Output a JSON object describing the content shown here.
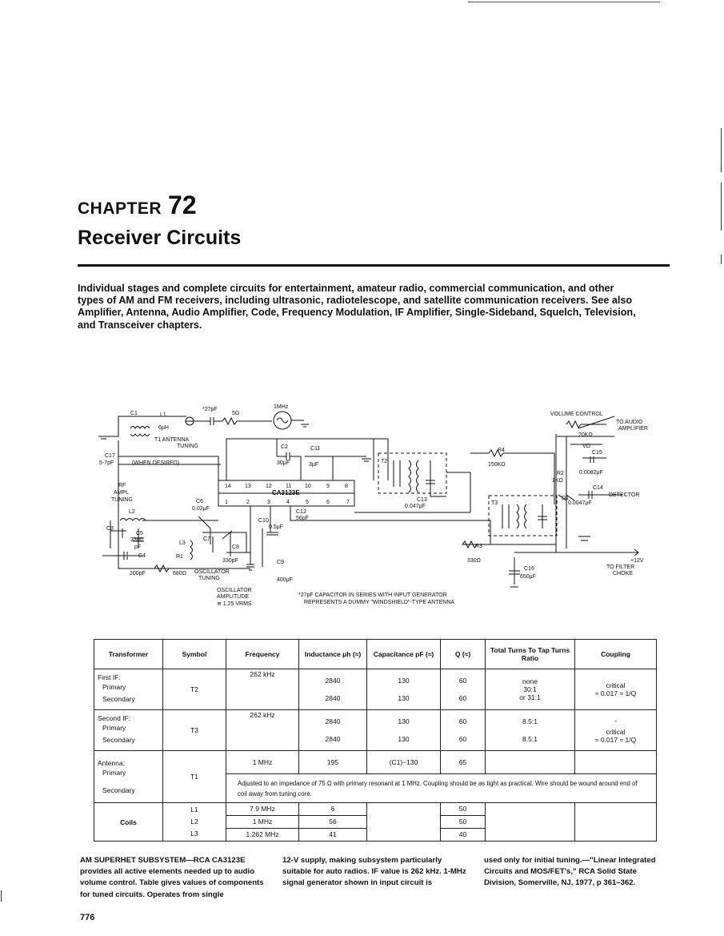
{
  "header": {
    "chapter_word": "CHAPTER",
    "chapter_number": "72",
    "title": "Receiver Circuits"
  },
  "intro": "Individual stages and complete circuits for entertainment, amateur radio, commercial communication, and other types of AM and FM receivers, including ultrasonic, radiotelescope, and satellite communication receivers. See also Amplifier, Antenna, Audio Amplifier, Code, Frequency Modulation, IF Amplifier, Single-Sideband, Squelch, Television, and Transceiver chapters.",
  "schematic": {
    "ic_name": "CA3123E",
    "pins_top": [
      "14",
      "13",
      "12",
      "11",
      "10",
      "9",
      "8"
    ],
    "pins_bottom": [
      "1",
      "2",
      "3",
      "4",
      "5",
      "6",
      "7"
    ],
    "labels": {
      "c1": "C1",
      "l1": "L1",
      "l1_val": "6μH",
      "cap27": "*27pF",
      "r5": "5Ω",
      "gen": "1MHz",
      "t1": "T1 ANTENNA",
      "t1b": "TUNING",
      "c17": "C17",
      "c17_val": "5-7pF",
      "when": "(WHEN DESIRED)",
      "rf1": "RF",
      "rf2": "AMPL",
      "rf3": "TUNING",
      "l2": "L2",
      "c2": "C2",
      "c2_val": "30μF",
      "c11": "C11",
      "c11_val": "3μF",
      "c6": "C6",
      "c6_val": "0.02μF",
      "c3": "C3",
      "c5": "C5",
      "c5_val": "3300",
      "c5_unit": "pF",
      "c4": "C4",
      "c4_val": "200pF",
      "r1": "R1",
      "r1_val": "680Ω",
      "l3": "L3",
      "c7": "C7",
      "c8": "C8",
      "c10": "C10",
      "c10_val": "0.5μF",
      "c12": "C12",
      "c12_val": "56pF",
      "r330p": "330pF",
      "osc_t1": "OSCILLATOR",
      "osc_t2": "TUNING",
      "c9": "C9",
      "c9_val": "400μF",
      "osc_a1": "OSCILLATOR",
      "osc_a2": "AMPLITUDE",
      "osc_a3": "≅ 1.25 VRMS",
      "t2": "T2",
      "c13": "C13",
      "c13_val": "0.047μF",
      "t3": "T3",
      "r4": "R4",
      "r4_val": "150KΩ",
      "r3": "R3",
      "r3_val": "330Ω",
      "r2": "R2",
      "r2_val": "1KΩ",
      "d1": "D1",
      "vol": "VOLUME CONTROL",
      "vol_r": "20KΩ",
      "vo": "VO",
      "to_audio1": "TO AUDIO",
      "to_audio2": "AMPLIFIER",
      "c15": "C15",
      "c15_val": "0.0082μF",
      "c14": "C14",
      "c14_val": "0.0047μF",
      "det": "DETECTOR",
      "v12": "+12V",
      "tf1": "TO FILTER",
      "tf2": "CHOKE",
      "c16": "C16",
      "c16_val": "650μF",
      "foot1": "*27pF CAPACITOR IN SERIES WITH INPUT GENERATOR",
      "foot2": "REPRESENTS A DUMMY \"WINDSHIELD\"-TYPE ANTENNA"
    }
  },
  "table": {
    "headers": [
      "Transformer",
      "Symbol",
      "Frequency",
      "Inductance μh (≈)",
      "Capacitance pF (≈)",
      "Q (≈)",
      "Total Turns To Tap Turns Ratio",
      "Coupling"
    ],
    "first_if": {
      "label": "First IF:",
      "primary": "Primary",
      "secondary": "Secondary",
      "symbol": "T2",
      "freq": "262 kHz",
      "ind": [
        "2840",
        "2840"
      ],
      "cap": [
        "130",
        "130"
      ],
      "q": [
        "60",
        "60"
      ],
      "ratio": [
        "none",
        "30:1",
        "or",
        "31:1"
      ],
      "coupling": [
        "critical",
        "≈ 0.017 ≈ 1/Q"
      ]
    },
    "second_if": {
      "label": "Second IF:",
      "primary": "Primary",
      "secondary": "Secondary",
      "symbol": "T3",
      "freq": "262 kHz",
      "ind": [
        "2840",
        "2840"
      ],
      "cap": [
        "130",
        "130"
      ],
      "q": [
        "60",
        "60"
      ],
      "ratio": [
        "8.5:1",
        "8.5:1"
      ],
      "coupling": [
        "-",
        "critical",
        "≈ 0.017 ≈ 1/Q"
      ]
    },
    "antenna": {
      "label": "Antenna:",
      "primary": "Primary",
      "secondary": "Secondary",
      "symbol": "T1",
      "freq": "1 MHz",
      "ind": "195",
      "cap": "(C1)−130",
      "q": "65",
      "note": "Adjusted to an impedance of 75 Ω with primary resonant at 1 MHz. Coupling should be as tight as practical. Wire should be wound around end of coil away from tuning core."
    },
    "coils": {
      "label": "Coils",
      "rows": [
        {
          "sym": "L1",
          "freq": "7.9 MHz",
          "ind": "6",
          "q": "50"
        },
        {
          "sym": "L2",
          "freq": "1 MHz",
          "ind": "56",
          "q": "50"
        },
        {
          "sym": "L3",
          "freq": "1.262 MHz",
          "ind": "41",
          "q": "40"
        }
      ]
    }
  },
  "caption": {
    "col1": "AM SUPERHET SUBSYSTEM—RCA CA3123E provides all active elements needed up to audio volume control. Table gives values of components for tuned circuits. Operates from single",
    "col2": "12-V supply, making subsystem particularly suitable for auto radios. IF value is 262 kHz. 1-MHz signal generator shown in input circuit is",
    "col3": "used only for initial tuning.—\"Linear Integrated Circuits and MOS/FET's,\" RCA Solid State Division, Somerville, NJ, 1977, p 361–362."
  },
  "page_number": "776"
}
